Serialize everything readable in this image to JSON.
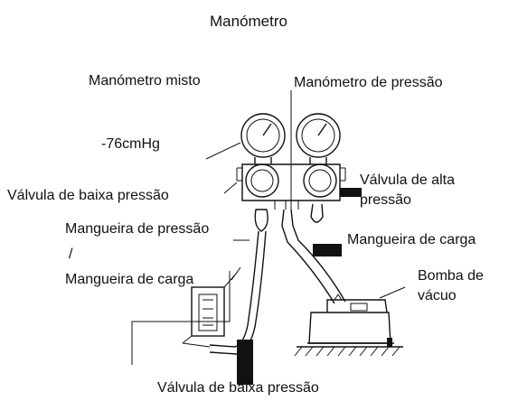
{
  "title": "Manómetro",
  "labels": {
    "compound_gauge": "Manómetro misto",
    "pressure_gauge": "Manómetro de pressão",
    "reading": "-76cmHg",
    "low_valve": "Válvula de baixa pressão",
    "high_valve_line1": "Válvula de alta",
    "high_valve_line2": "pressão",
    "pressure_hose": "Mangueira de pressão",
    "slash": "/",
    "charge_hose_left": "Mangueira de carga",
    "charge_hose_right": "Mangueira de carga",
    "vacuum_pump_line1": "Bomba de",
    "vacuum_pump_line2": "vácuo",
    "low_valve_bottom": "Válvula de baixa pressão"
  }
}
